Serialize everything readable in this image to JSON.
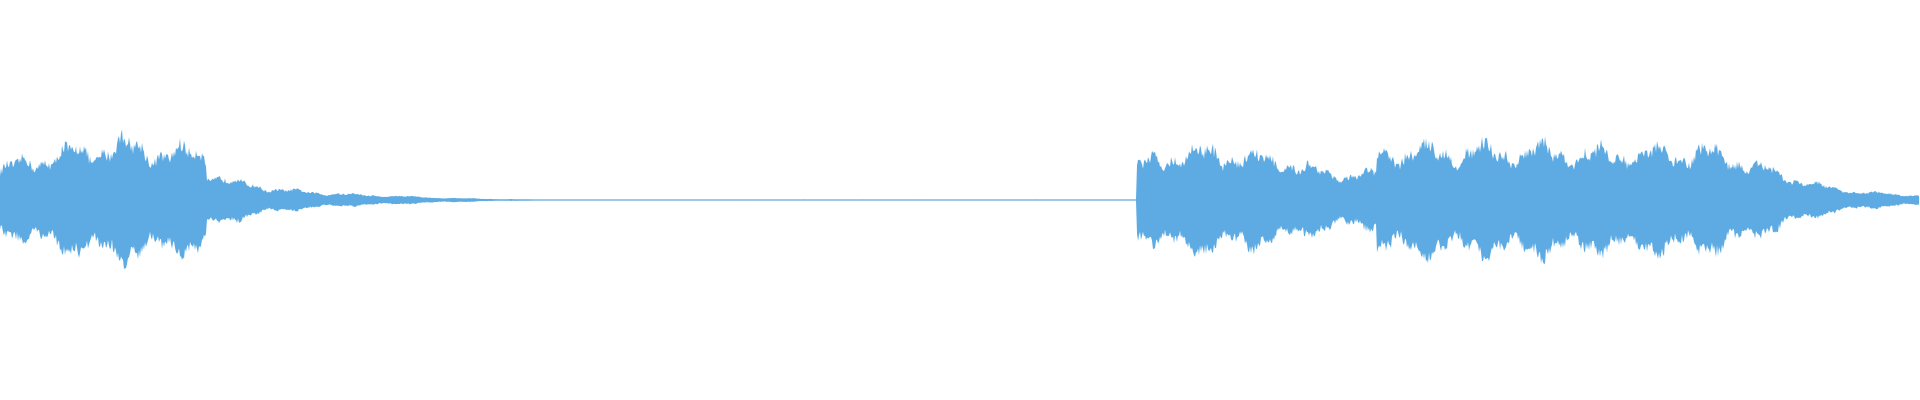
{
  "waveform": {
    "color": "#5dabe2",
    "background": "#ffffff",
    "amplitude_range": [
      -1,
      1
    ],
    "envelope": [
      0.17,
      0.24,
      0.27,
      0.3,
      0.33,
      0.3,
      0.28,
      0.16,
      0.1,
      0.07,
      0.05,
      0.04,
      0.03,
      0.025,
      0.018,
      0.012,
      0.008,
      0.005,
      0.003,
      0.003,
      0.003,
      0.003,
      0.003,
      0.003,
      0.003,
      0.003,
      0.003,
      0.003,
      0.003,
      0.003,
      0.003,
      0.003,
      0.003,
      0.003,
      0.003,
      0.003,
      0.003,
      0.003,
      0.2,
      0.27,
      0.28,
      0.27,
      0.25,
      0.22,
      0.17,
      0.15,
      0.28,
      0.29,
      0.29,
      0.29,
      0.29,
      0.29,
      0.29,
      0.27,
      0.28,
      0.28,
      0.28,
      0.28,
      0.24,
      0.17,
      0.12,
      0.07,
      0.05,
      0.035,
      0.03
    ]
  }
}
